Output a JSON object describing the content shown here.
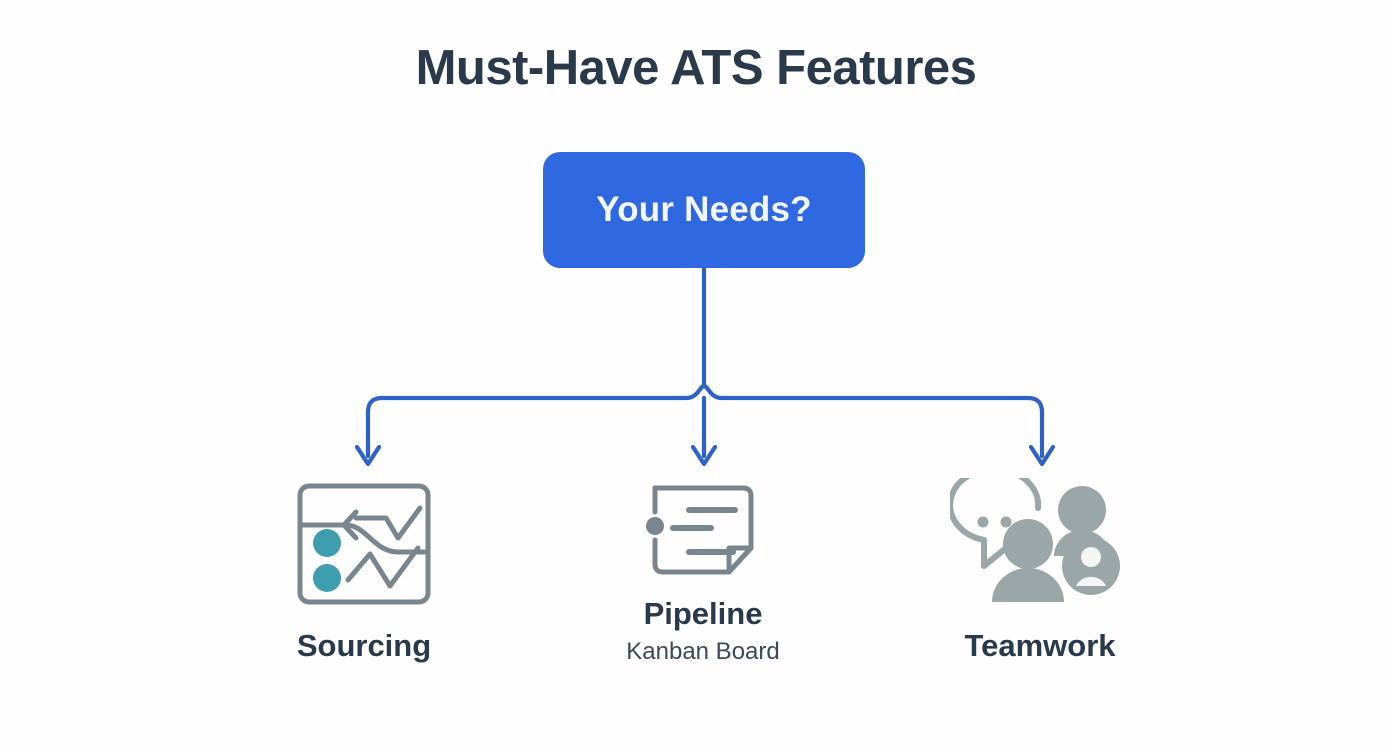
{
  "page": {
    "title": "Must-Have ATS Features",
    "background_color": "#fefefe"
  },
  "root_node": {
    "label": "Your Needs?",
    "fill_color": "#2f68e0",
    "text_color": "#f2f6fd"
  },
  "connector": {
    "color": "#2f62c4",
    "style": "orthogonal-branch-with-arrowheads"
  },
  "branches": [
    {
      "id": "sourcing",
      "label": "Sourcing",
      "subtitle": "",
      "icon": "analytics-board-icon",
      "icon_stroke_color": "#7a868f",
      "icon_accent_color": "#3e9eb0"
    },
    {
      "id": "pipeline",
      "label": "Pipeline",
      "subtitle": "Kanban Board",
      "icon": "document-card-icon",
      "icon_stroke_color": "#7a868f",
      "icon_accent_color": "#7a868f"
    },
    {
      "id": "teamwork",
      "label": "Teamwork",
      "subtitle": "",
      "icon": "people-chat-icon",
      "icon_stroke_color": "#9aa6a8",
      "icon_accent_color": "#9aa6a8"
    }
  ],
  "theme": {
    "title_color": "#2b3a4a",
    "label_color": "#2b3a4a",
    "subtitle_color": "#3c4a5a"
  }
}
